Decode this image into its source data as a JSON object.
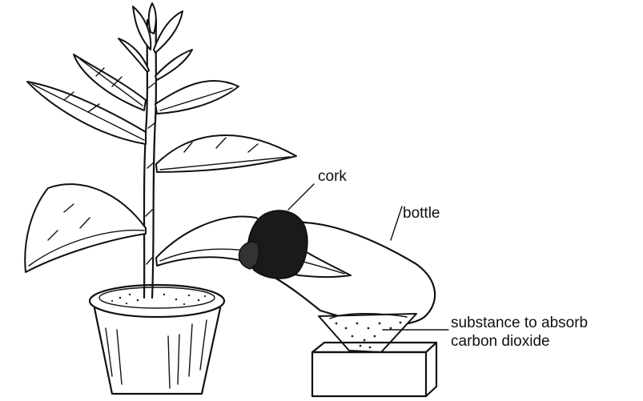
{
  "labels": {
    "cork": "cork",
    "bottle": "bottle",
    "substance_line1": "substance to absorb",
    "substance_line2": "carbon dioxide"
  },
  "colors": {
    "ink": "#111111",
    "background": "#ffffff"
  }
}
